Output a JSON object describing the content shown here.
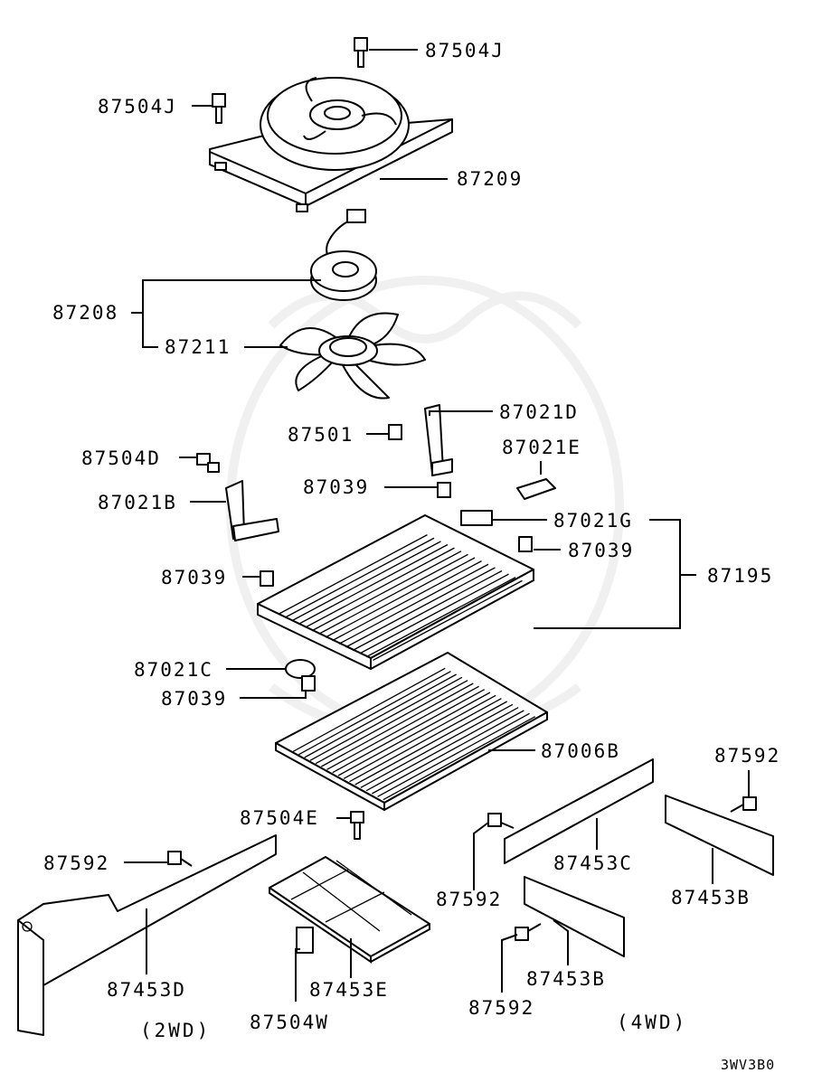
{
  "parts": {
    "p87504J_top": "87504J",
    "p87504J_left": "87504J",
    "p87209": "87209",
    "p87208": "87208",
    "p87211": "87211",
    "p87501": "87501",
    "p87021D": "87021D",
    "p87504D": "87504D",
    "p87021E": "87021E",
    "p87039_a": "87039",
    "p87021B": "87021B",
    "p87021G": "87021G",
    "p87039_b": "87039",
    "p87039_c": "87039",
    "p87195": "87195",
    "p87021C": "87021C",
    "p87039_d": "87039",
    "p87006B": "87006B",
    "p87592_a": "87592",
    "p87504E": "87504E",
    "p87592_b": "87592",
    "p87453C": "87453C",
    "p87453B_a": "87453B",
    "p87592_c": "87592",
    "p87453B_b": "87453B",
    "p87453D": "87453D",
    "p87453E": "87453E",
    "p87504W": "87504W",
    "p87592_d": "87592"
  },
  "captions": {
    "twoWD": "(2WD)",
    "fourWD": "(4WD)"
  },
  "diagram_code": "3WV3B0"
}
